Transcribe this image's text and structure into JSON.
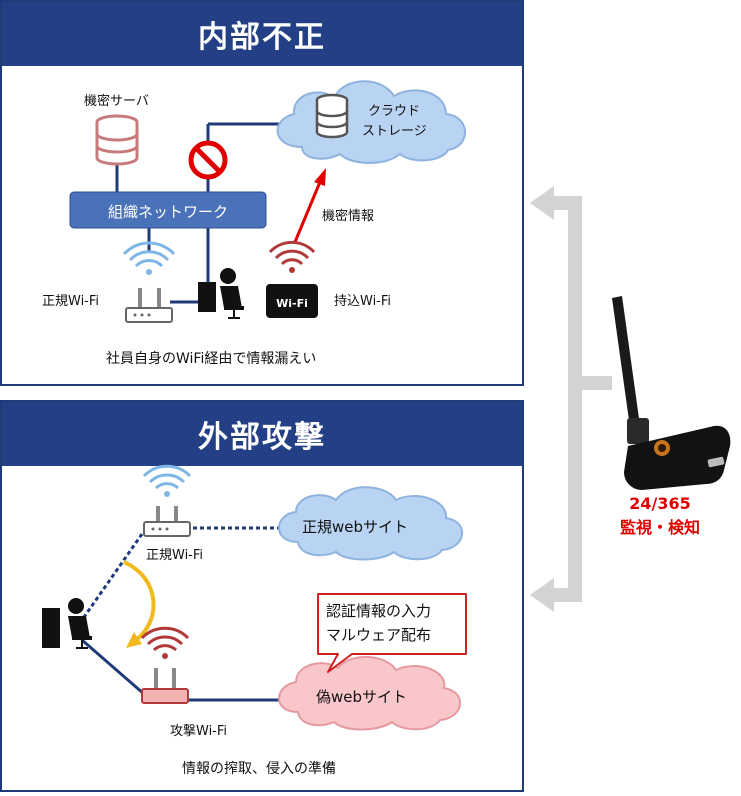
{
  "internal": {
    "title": "内部不正",
    "server_label": "機密サーバ",
    "cloud_label_line1": "クラウド",
    "cloud_label_line2": "ストレージ",
    "network_label": "組織ネットワーク",
    "confidential_label": "機密情報",
    "official_wifi_label": "正規Wi-Fi",
    "personal_wifi_label": "持込Wi-Fi",
    "router_badge": "Wi-Fi",
    "caption": "社員自身のWiFi経由で情報漏えい"
  },
  "external": {
    "title": "外部攻撃",
    "official_wifi_label": "正規Wi-Fi",
    "official_site_label": "正規webサイト",
    "callout_line1": "認証情報の入力",
    "callout_line2": "マルウェア配布",
    "fake_site_label": "偽webサイト",
    "attack_wifi_label": "攻撃Wi-Fi",
    "caption": "情報の搾取、侵入の準備"
  },
  "monitor": {
    "line1": "24/365",
    "line2": "監視・検知"
  },
  "colors": {
    "header_bg": "#233f85",
    "network_box": "#4a72b8",
    "cloud_blue": "#b9d3f2",
    "cloud_pink": "#f9c6c9",
    "alert_red": "#e00000",
    "wifi_blue": "#7fb6e8",
    "wifi_red": "#b03a3a"
  }
}
